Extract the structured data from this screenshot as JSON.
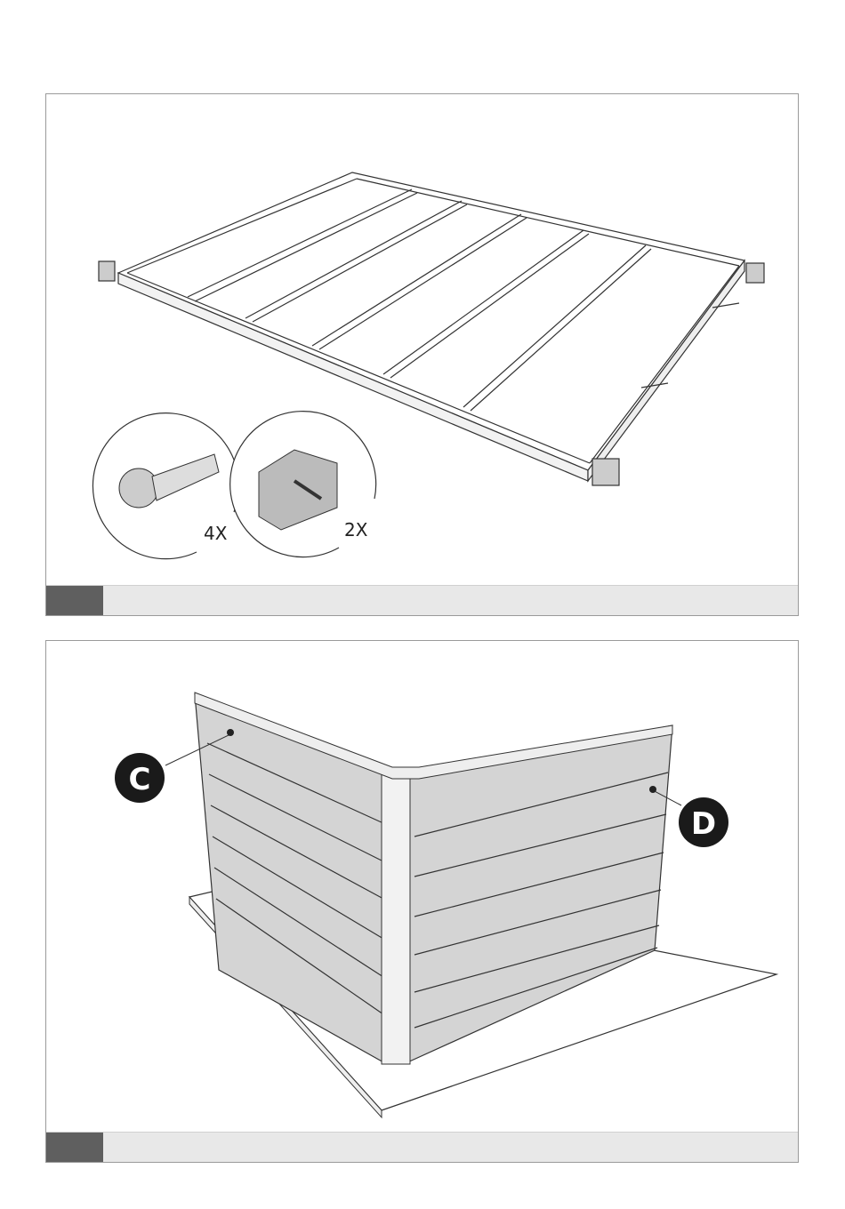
{
  "step1": {
    "parts": [
      {
        "icon": "screw-icon",
        "quantity": "4X"
      },
      {
        "icon": "corner-bracket-icon",
        "quantity": "2X"
      }
    ],
    "step_number": ""
  },
  "step2": {
    "labels": [
      "C",
      "D"
    ],
    "step_number": ""
  },
  "colors": {
    "step_box": "#5f5f5f",
    "bar": "#e8e8e8",
    "panel_fill": "#d4d4d4",
    "callout": "#1a1a1a"
  }
}
